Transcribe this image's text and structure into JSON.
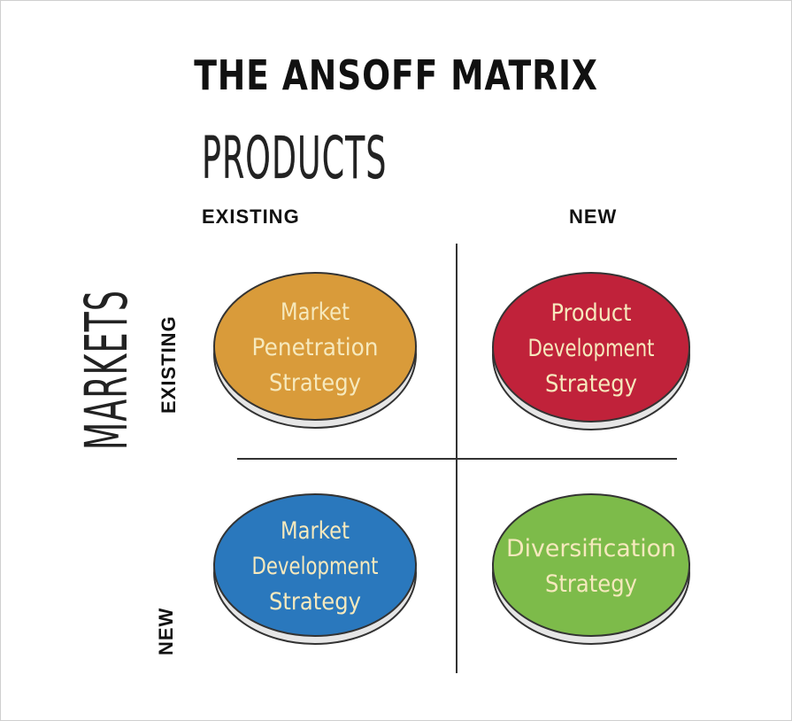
{
  "title": "THE ANSOFF MATRIX",
  "products_axis": {
    "label": "PRODUCTS",
    "existing": "EXISTING",
    "new": "NEW"
  },
  "markets_axis": {
    "label": "MARKETS",
    "existing": "EXISTING",
    "new": "NEW"
  },
  "quadrants": [
    {
      "lines": [
        "Market",
        "Penetration",
        "Strategy"
      ],
      "color": "#d99b3a"
    },
    {
      "lines": [
        "Product",
        "Development",
        "Strategy"
      ],
      "color": "#c0223a"
    },
    {
      "lines": [
        "Market",
        "Development",
        "Strategy"
      ],
      "color": "#2a78bd"
    },
    {
      "lines": [
        "Diversification",
        "Strategy"
      ],
      "color": "#7dbb4a"
    }
  ]
}
